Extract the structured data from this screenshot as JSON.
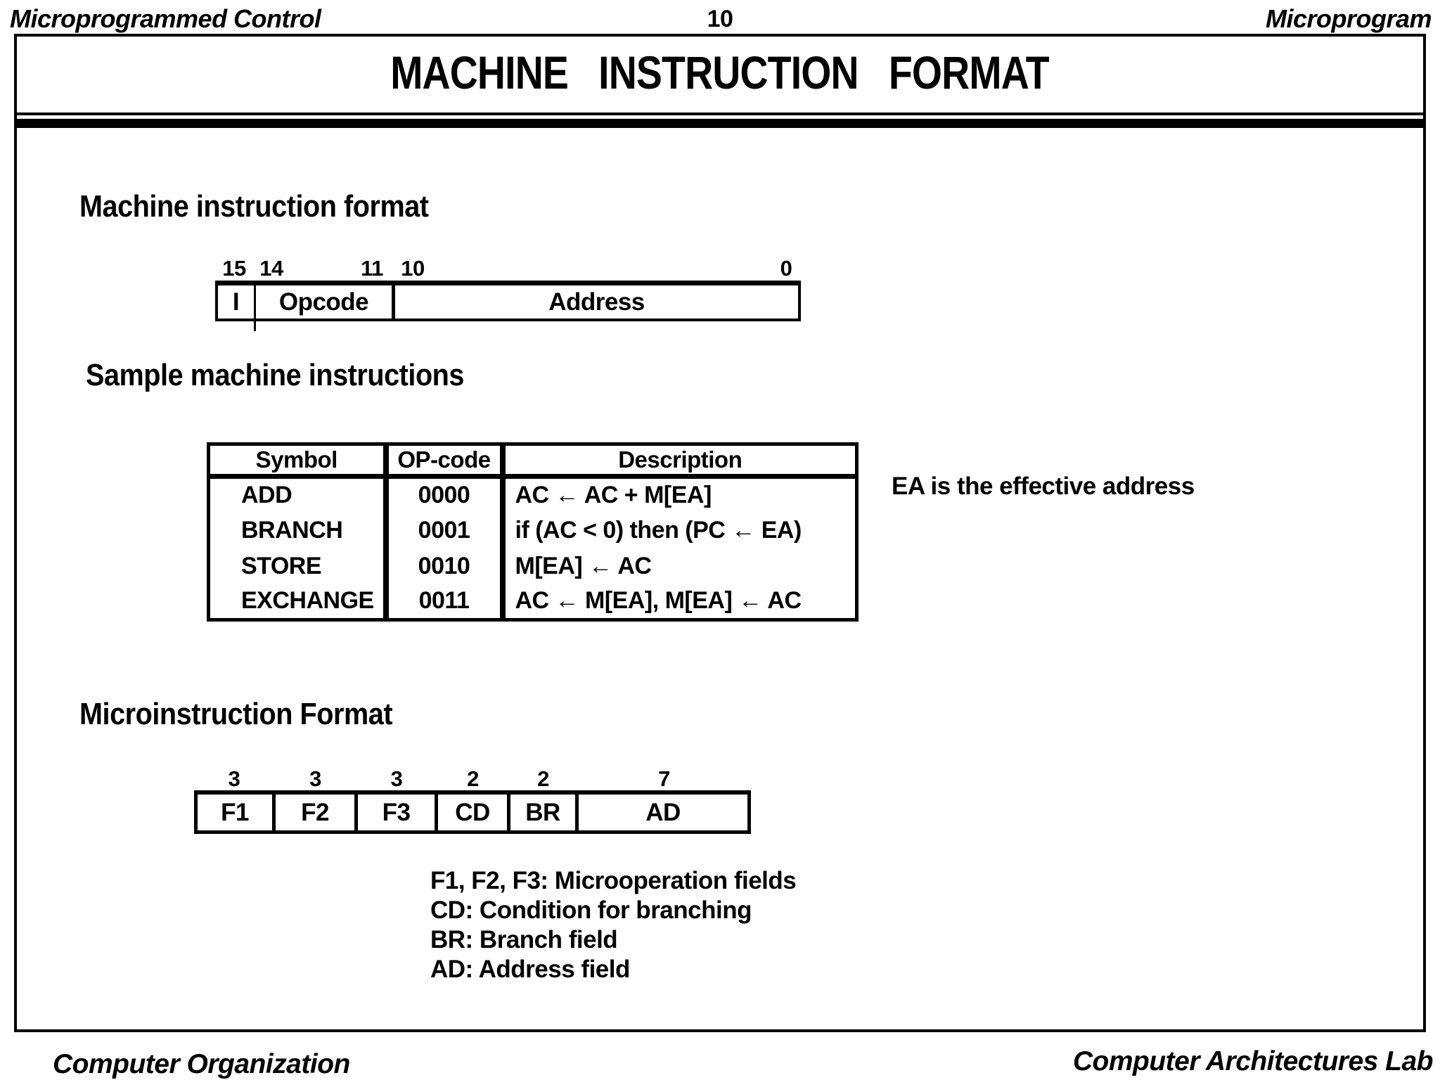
{
  "header": {
    "left": "Microprogrammed Control",
    "page_number": "10",
    "right": "Microprogram"
  },
  "title": "MACHINE INSTRUCTION FORMAT",
  "machine_format": {
    "heading": "Machine instruction format",
    "bit_labels": [
      "15",
      "14",
      "11",
      "10",
      "0"
    ],
    "fields": [
      "I",
      "Opcode",
      "Address"
    ]
  },
  "sample_instructions": {
    "heading": "Sample machine instructions",
    "note": "EA is the effective address",
    "table": {
      "headers": [
        "Symbol",
        "OP-code",
        "Description"
      ],
      "rows": [
        [
          "ADD",
          "0000",
          "AC ← AC + M[EA]"
        ],
        [
          "BRANCH",
          "0001",
          "if (AC < 0) then (PC ←  EA)"
        ],
        [
          "STORE",
          "0010",
          "M[EA] ←  AC"
        ],
        [
          "EXCHANGE",
          "0011",
          "AC ←  M[EA], M[EA] ←  AC"
        ]
      ]
    }
  },
  "microinstruction_format": {
    "heading": "Microinstruction Format",
    "fields": [
      {
        "bits": "3",
        "label": "F1"
      },
      {
        "bits": "3",
        "label": "F2"
      },
      {
        "bits": "3",
        "label": "F3"
      },
      {
        "bits": "2",
        "label": "CD"
      },
      {
        "bits": "2",
        "label": "BR"
      },
      {
        "bits": "7",
        "label": "AD"
      }
    ],
    "legend": [
      "F1, F2, F3: Microoperation fields",
      "CD: Condition for branching",
      "BR: Branch field",
      "AD: Address field"
    ]
  },
  "footer": {
    "left": "Computer Organization",
    "right": "Computer Architectures Lab"
  },
  "colors": {
    "background": "#ffffff",
    "text": "#000000",
    "border": "#000000"
  }
}
